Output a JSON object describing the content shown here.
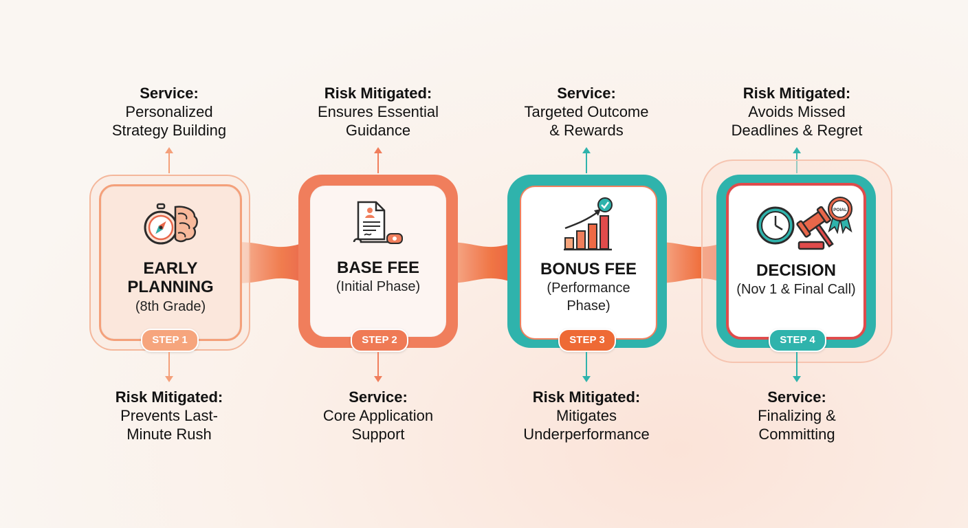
{
  "steps": [
    {
      "title": "EARLY\nPLANNING",
      "title_line1": "EARLY",
      "title_line2": "PLANNING",
      "subtitle": "(8th Grade)",
      "badge": "STEP 1",
      "top_caption": {
        "head": "Service:",
        "line1": "Personalized",
        "line2": "Strategy Building"
      },
      "bottom_caption": {
        "head": "Risk Mitigated:",
        "line1": "Prevents Last-",
        "line2": "Minute Rush"
      },
      "icons": [
        "compass-icon",
        "brain-icon"
      ],
      "color": "#f4a07a"
    },
    {
      "title": "BASE FEE",
      "subtitle": "(Initial Phase)",
      "badge": "STEP 2",
      "top_caption": {
        "head": "Risk Mitigated:",
        "line1": "Ensures Essential",
        "line2": "Guidance"
      },
      "bottom_caption": {
        "head": "Service:",
        "line1": "Core Application",
        "line2": "Support"
      },
      "icons": [
        "document-icon",
        "fee-bag-icon"
      ],
      "color": "#f07e5c"
    },
    {
      "title": "BONUS FEE",
      "subtitle_line1": "(Performance",
      "subtitle_line2": "Phase)",
      "badge": "STEP 3",
      "top_caption": {
        "head": "Service:",
        "line1": "Targeted Outcome",
        "line2": "& Rewards"
      },
      "bottom_caption": {
        "head": "Risk Mitigated:",
        "line1": "Mitigates",
        "line2": "Underperformance"
      },
      "icons": [
        "growth-chart-icon",
        "checkmark-icon"
      ],
      "color": "#2fb3ac"
    },
    {
      "title": "DECISION",
      "subtitle": "(Nov 1 & Final Call)",
      "badge": "STEP 4",
      "top_caption": {
        "head": "Risk Mitigated:",
        "line1": "Avoids Missed",
        "line2": "Deadlines & Regret"
      },
      "bottom_caption": {
        "head": "Service:",
        "line1": "Finalizing &",
        "line2": "Committing"
      },
      "icons": [
        "clock-icon",
        "gavel-icon",
        "award-ribbon-icon"
      ],
      "award_text": "POIAL",
      "color": "#e04b4b"
    }
  ],
  "colors": {
    "peach": "#f4a07a",
    "coral": "#f07e5c",
    "teal": "#2fb3ac",
    "red": "#e04b4b",
    "orange": "#ee7a3e"
  }
}
